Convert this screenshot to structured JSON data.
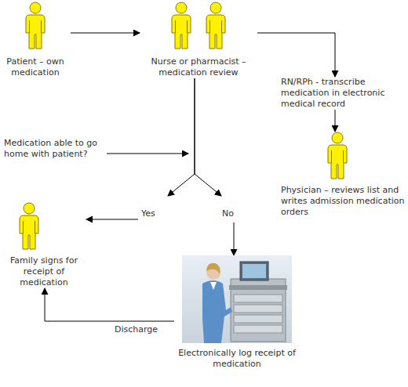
{
  "diagram": {
    "nodes": [
      {
        "text": [
          "Patient – own medication"
        ]
      },
      {
        "text": [
          "Nurse or pharmacist – medication review"
        ]
      },
      {
        "text": [
          "RN/RPh - transcribe medication in electronic medical record"
        ]
      },
      {
        "text": [
          "Physician – reviews list and writes admission medication orders"
        ]
      },
      {
        "text": [
          "Family signs for receipt of medication"
        ]
      },
      {
        "text": [
          "Electronically log receipt of medication"
        ]
      }
    ],
    "edges": [
      {
        "from": 0,
        "to": 1,
        "arrow": "to"
      },
      {
        "from": 1,
        "to": 2,
        "arrow": "to"
      },
      {
        "from": 2,
        "to": 3,
        "arrow": "to"
      },
      {
        "from": 1,
        "to": 4,
        "label": "Yes",
        "arrow": "to"
      },
      {
        "from": 1,
        "to": 5,
        "label": "No",
        "arrow": "to"
      },
      {
        "from": 5,
        "to": 4,
        "label": "Discharge",
        "arrow": "to"
      }
    ],
    "labels": [
      "Medication able to go home with patient?"
    ]
  }
}
